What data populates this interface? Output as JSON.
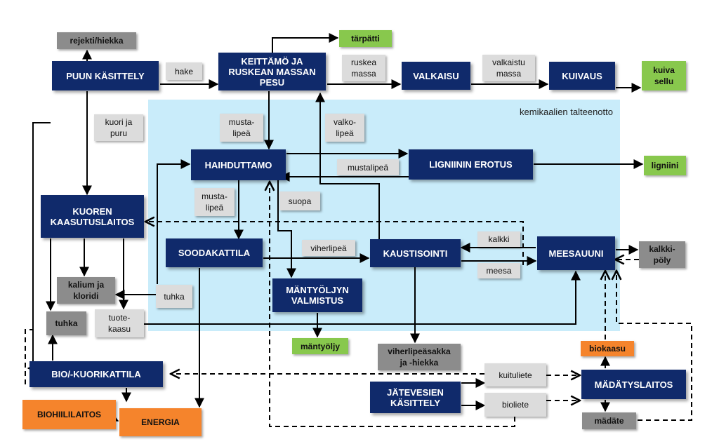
{
  "region_label": "kemikaalien talteenotto",
  "nodes": {
    "puun_kasittely": "PUUN KÄSITTELY",
    "keittamo": "KEITTÄMÖ JA\nRUSKEAN MASSAN\nPESU",
    "valkaisu": "VALKAISU",
    "kuivaus": "KUIVAUS",
    "haihduttamo": "HAIHDUTTAMO",
    "ligniinin_erotus": "LIGNIININ EROTUS",
    "kuoren_kaasutuslaitos": "KUOREN\nKAASUTUSLAITOS",
    "soodakattila": "SOODAKATTILA",
    "kaustisointi": "KAUSTISOINTI",
    "meesauuni": "MEESAUUNI",
    "mantyoljyn_valmistus": "MÄNTYÖLJYN\nVALMISTUS",
    "bio_kuorikattila": "BIO/-KUORIKATTILA",
    "jatevesien_kasittely": "JÄTEVESIEN\nKÄSITTELY",
    "madatyslaitos": "MÄDÄTYSLAITOS"
  },
  "outputs": {
    "rejekti": "rejekti/hiekka",
    "tarpatti": "tärpätti",
    "kuiva_sellu": "kuiva\nsellu",
    "ligniini": "ligniini",
    "kalium": "kalium ja\nkloridi",
    "tuhka_out": "tuhka",
    "mantyoljy": "mäntyöljy",
    "viherlipeasakka": "viherlipeäsakka\nja -hiekka",
    "kalkkipoly": "kalkki-\npöly",
    "biokaasu": "biokaasu",
    "madate": "mädäte",
    "biohiililaitos": "BIOHIILILAITOS",
    "energia": "ENERGIA"
  },
  "labels": {
    "hake": "hake",
    "ruskea_massa": "ruskea\nmassa",
    "valkaistu_massa": "valkaistu\nmassa",
    "kuori_ja_puru": "kuori ja\npuru",
    "mustalipea_1": "musta-\nlipeä",
    "valkolipea": "valko-\nlipeä",
    "mustalipea_2": "mustalipeä",
    "mustalipea_3": "musta-\nlipeä",
    "suopa": "suopa",
    "viherlipea": "viherlipeä",
    "kalkki": "kalkki",
    "meesa": "meesa",
    "tuhka_lbl": "tuhka",
    "tuotekaasu": "tuote-\nkaasu",
    "kuituliete": "kuituliete",
    "bioliete": "bioliete"
  },
  "colors": {
    "process": "#102a6b",
    "label": "#dcdcdc",
    "waste": "#8c8c8c",
    "product": "#88c84d",
    "energy": "#f5842c",
    "region": "#c9ecfa"
  }
}
